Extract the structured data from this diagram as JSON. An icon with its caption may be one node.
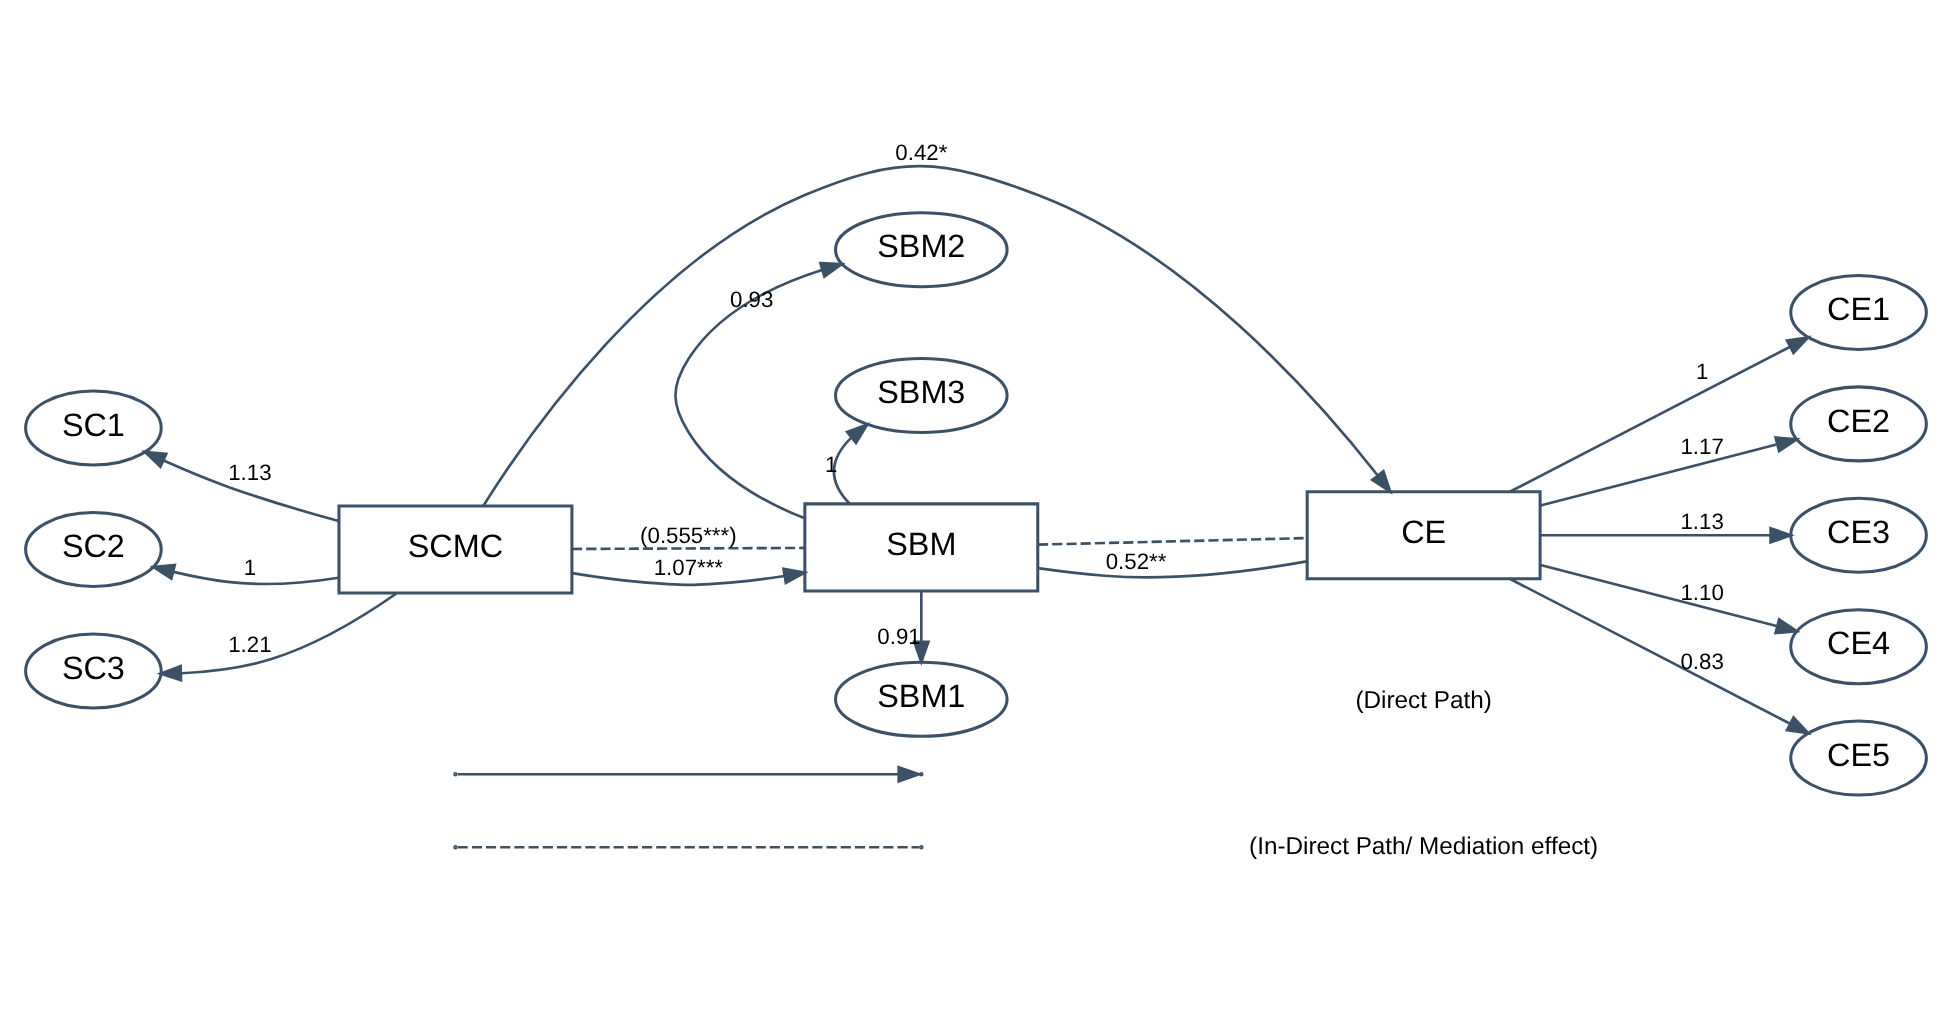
{
  "diagram": {
    "nodes": [
      {
        "text": [
          "SBM1"
        ]
      },
      {
        "text": [
          "SBM2"
        ]
      },
      {
        "text": [
          "SBM3"
        ]
      },
      {
        "text": [
          "SBM"
        ]
      },
      {
        "text": [
          "CE1"
        ]
      },
      {
        "text": [
          "SC1"
        ]
      },
      {
        "text": [
          "CE2"
        ]
      },
      {
        "text": [
          "SC2"
        ]
      },
      {
        "text": [
          "SCMC"
        ]
      },
      {
        "text": [
          "CE"
        ]
      },
      {
        "text": [
          "CE3"
        ]
      },
      {
        "text": [
          "SC3"
        ]
      },
      {
        "text": [
          "CE4"
        ]
      },
      {
        "text": [
          "CE5"
        ]
      }
    ],
    "edges": [
      {
        "from": 3,
        "to": 0,
        "arrow": "to",
        "label": "0.91"
      },
      {
        "from": 3,
        "to": 1,
        "arrow": "to",
        "label": "0.93"
      },
      {
        "from": 3,
        "to": 2,
        "arrow": "to",
        "label": "1"
      },
      {
        "from": 8,
        "to": 5,
        "arrow": "to",
        "label": "1.13"
      },
      {
        "from": 8,
        "to": 7,
        "arrow": "to",
        "label": "1"
      },
      {
        "from": 8,
        "to": 11,
        "arrow": "to",
        "label": "1.21"
      },
      {
        "from": 8,
        "to": 3,
        "arrow": "to",
        "label": "1.07***"
      },
      {
        "from": 8,
        "to": 3,
        "arrow": "none",
        "style": "dashed",
        "label": "(0.555***)"
      },
      {
        "from": 3,
        "to": 9,
        "arrow": "none",
        "style": "dashed"
      },
      {
        "from": 3,
        "to": 9,
        "arrow": "none",
        "label": "0.52**"
      },
      {
        "from": 8,
        "to": 9,
        "arrow": "to",
        "label": "0.42*"
      },
      {
        "from": 9,
        "to": 4,
        "arrow": "to",
        "label": "1"
      },
      {
        "from": 9,
        "to": 6,
        "arrow": "to",
        "label": "1.17"
      },
      {
        "from": 9,
        "to": 10,
        "arrow": "to",
        "label": "1.13"
      },
      {
        "from": 9,
        "to": 12,
        "arrow": "to",
        "label": "1.10"
      },
      {
        "from": 9,
        "to": 13,
        "arrow": "to",
        "label": "0.83"
      }
    ],
    "legend": [
      {
        "text": "(Direct Path)"
      },
      {
        "text": "(In-Direct Path/ Mediation effect)"
      }
    ]
  }
}
